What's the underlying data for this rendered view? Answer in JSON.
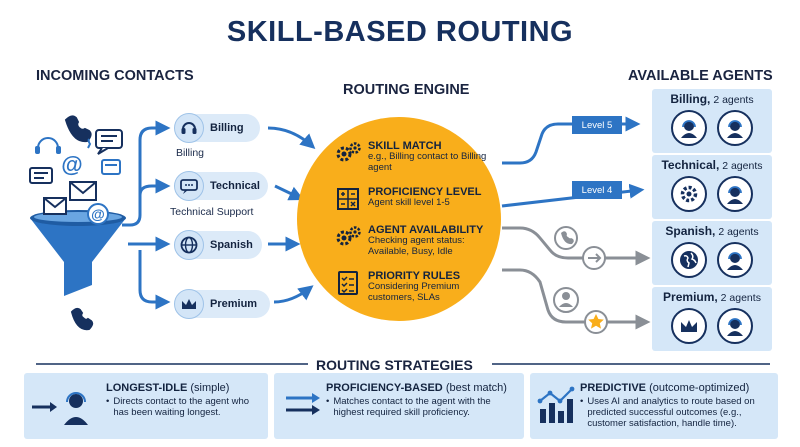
{
  "title": "SKILL-BASED ROUTING",
  "incoming": {
    "heading": "INCOMING CONTACTS",
    "channels": [
      {
        "label": "Billing",
        "caption": "Billing"
      },
      {
        "label": "Technical",
        "caption": "Technical Support"
      },
      {
        "label": "Spanish",
        "caption": ""
      },
      {
        "label": "Premium",
        "caption": ""
      }
    ]
  },
  "engine": {
    "heading": "ROUTING ENGINE",
    "items": [
      {
        "title": "SKILL MATCH",
        "desc": "e.g., Billing contact to Billing agent",
        "icon": "gears-icon"
      },
      {
        "title": "PROFICIENCY LEVEL",
        "desc": "Agent skill level 1-5",
        "icon": "scorecard-icon"
      },
      {
        "title": "AGENT AVAILABILITY",
        "desc": "Checking agent status: Available, Busy, Idle",
        "icon": "gears-icon"
      },
      {
        "title": "PRIORITY RULES",
        "desc": "Considering Premium customers, SLAs",
        "icon": "checklist-icon"
      }
    ]
  },
  "agents": {
    "heading": "AVAILABLE AGENTS",
    "groups": [
      {
        "name": "Billing,",
        "count": "2 agents"
      },
      {
        "name": "Technical,",
        "count": "2 agents"
      },
      {
        "name": "Spanish,",
        "count": "2 agents"
      },
      {
        "name": "Premium,",
        "count": "2 agents"
      }
    ],
    "levels": [
      "Level 5",
      "Level 4"
    ]
  },
  "strategies": {
    "heading": "ROUTING STRATEGIES",
    "items": [
      {
        "name": "LONGEST-IDLE",
        "qualifier": "(simple)",
        "desc": "Directs contact to the agent who has been waiting longest."
      },
      {
        "name": "PROFICIENCY-BASED",
        "qualifier": "(best match)",
        "desc": "Matches contact to the agent with the highest required skill proficiency."
      },
      {
        "name": "PREDICTIVE",
        "qualifier": "(outcome-optimized)",
        "desc": "Uses AI and analytics to route based on predicted successful outcomes (e.g., customer satisfaction, handle time)."
      }
    ]
  },
  "colors": {
    "navy": "#16305e",
    "accent": "#2d74c4",
    "engine": "#f9ae1b",
    "panel": "#d5e7f8",
    "gray": "#8a8f96"
  }
}
